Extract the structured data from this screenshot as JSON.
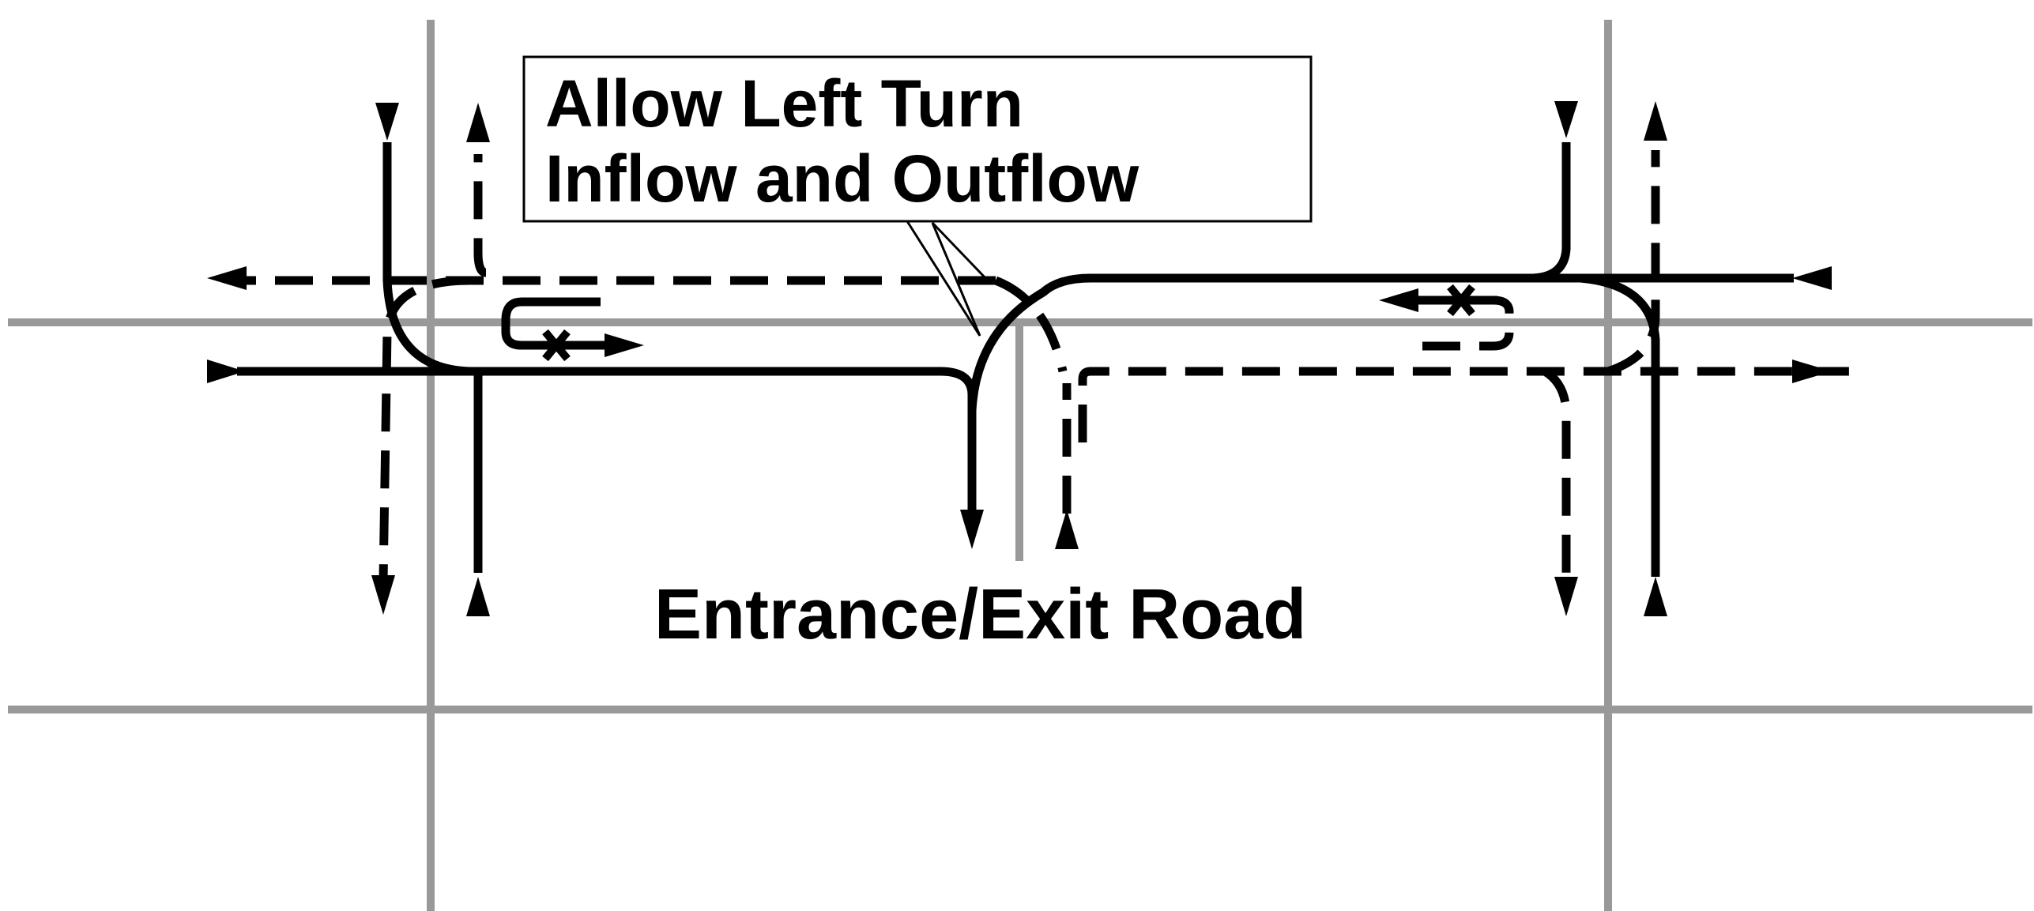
{
  "callout": {
    "line1": "Allow Left Turn",
    "line2": "Inflow and Outflow"
  },
  "road_label": "Entrance/Exit Road",
  "colors": {
    "road": "#999999",
    "flow": "#000000",
    "background": "#ffffff"
  }
}
